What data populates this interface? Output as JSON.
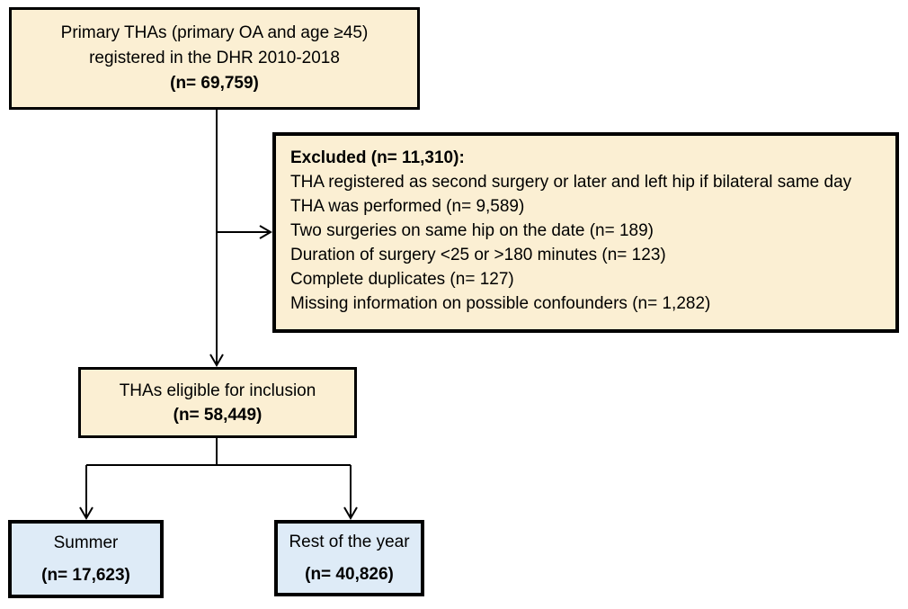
{
  "diagram": {
    "background": "#ffffff",
    "colors": {
      "cream_fill": "#FBEFD3",
      "blue_fill": "#DEEBF7",
      "border": "#000000",
      "connector": "#000000"
    },
    "top_box": {
      "line1": "Primary THAs (primary OA and age ≥45)",
      "line2": "registered in the DHR 2010-2018",
      "count": "(n= 69,759)"
    },
    "excluded_box": {
      "title": "Excluded (n= 11,310):",
      "items": [
        "THA registered as second surgery or later and left hip if bilateral same day THA was performed (n= 9,589)",
        "Two surgeries on same hip on the date (n= 189)",
        "Duration of surgery <25 or >180 minutes (n= 123)",
        "Complete duplicates (n= 127)",
        "Missing information on possible confounders (n= 1,282)"
      ]
    },
    "eligible_box": {
      "line1": "THAs eligible for inclusion",
      "count": "(n= 58,449)"
    },
    "summer_box": {
      "label": "Summer",
      "count": "(n= 17,623)"
    },
    "rest_box": {
      "label": "Rest of the year",
      "count": "(n= 40,826)"
    }
  }
}
